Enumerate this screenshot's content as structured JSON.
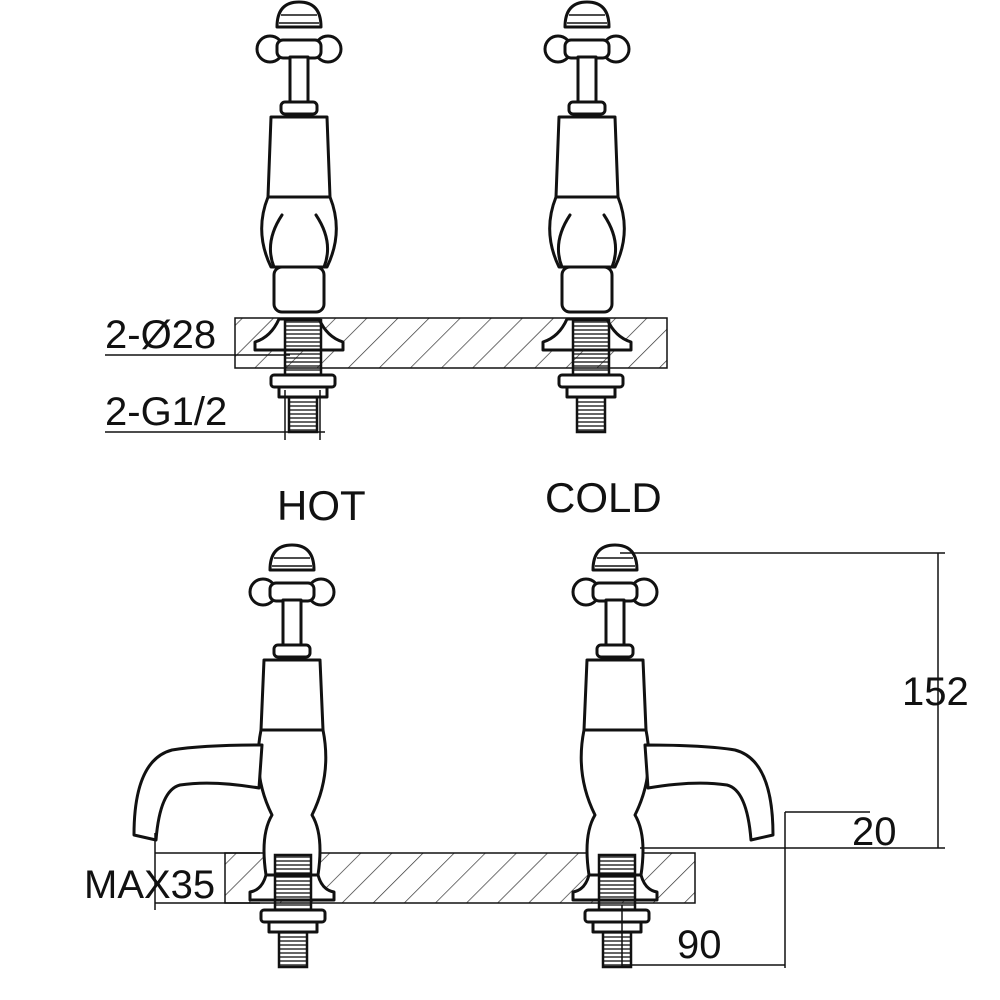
{
  "labels": {
    "hot": "HOT",
    "cold": "COLD"
  },
  "dimensions": {
    "hole_diameter": "2-Ø28",
    "thread": "2-G1/2",
    "max_deck": "MAX35",
    "height": "152",
    "spout_height": "20",
    "spout_reach": "90"
  }
}
